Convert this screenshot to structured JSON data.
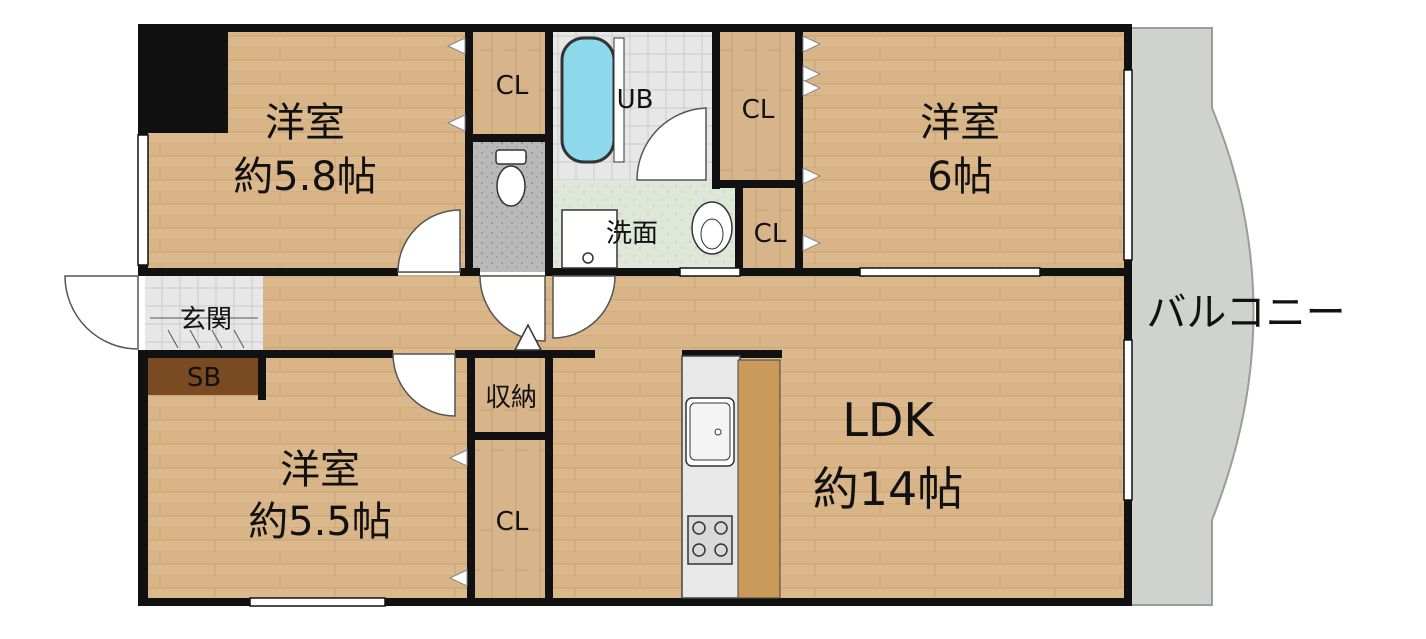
{
  "rooms": {
    "bedroom_nw": {
      "name": "洋室",
      "size": "約5.8帖"
    },
    "bedroom_ne": {
      "name": "洋室",
      "size": "6帖"
    },
    "bedroom_sw": {
      "name": "洋室",
      "size": "約5.5帖"
    },
    "ldk": {
      "name": "LDK",
      "size": "約14帖"
    }
  },
  "labels": {
    "cl_1": "CL",
    "cl_2": "CL",
    "cl_3": "CL",
    "cl_4": "CL",
    "unit_bath": "UB",
    "washroom": "洗面",
    "entrance": "玄関",
    "shoe_box": "SB",
    "storage": "収納",
    "balcony": "バルコニー"
  },
  "colors": {
    "wood_floor": "#dcb98c",
    "closet_floor": "#d7b48a",
    "wall": "#111111",
    "balcony": "#cfd2cd",
    "tile_floor": "#e6e7e6",
    "toilet_floor": "#b9b9b9",
    "washroom_floor": "#dfe7d8",
    "bathtub": "#8ed8ec",
    "shoe_box": "#7a4a22",
    "kitchen_counter": "#e8e8e8",
    "counter_top": "#c99a5a"
  }
}
